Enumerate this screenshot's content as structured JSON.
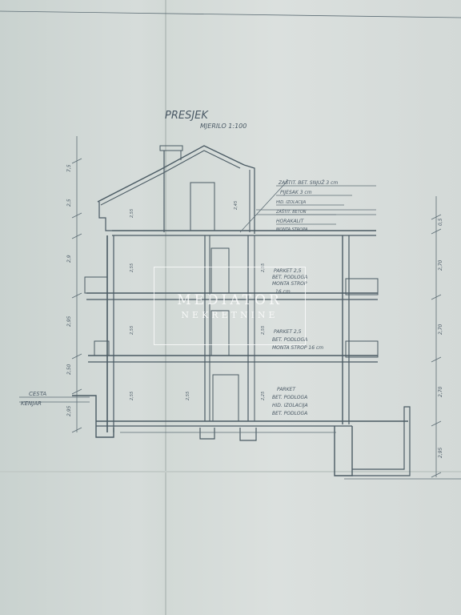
{
  "title": "PRESJEK",
  "scale": "MJERILO 1:100",
  "watermark": {
    "line1": "MEDIATOR",
    "line2": "NEKRETNINE"
  },
  "road_label": "CESTA",
  "road_level": "KENJAR",
  "roof_layers": [
    "ZAŠTIT. BET. SNJUŽ 3 cm",
    "PIJESAK 3 cm",
    "HID. IZOLACIJA",
    "ZAŠTIT. BETON",
    "HORAKALIT",
    "MONTA STROPA"
  ],
  "floor_layers_upper": [
    "PARKET 2,5",
    "BET. PODLOGA",
    "MONTA STROP",
    "16 cm"
  ],
  "floor_layers_middle": [
    "PARKET 2,5",
    "BET. PODLOGA",
    "MONTA STROP 16 cm"
  ],
  "floor_layers_ground": [
    "PARKET",
    "BET. PODLOGA",
    "HID. IZOLACIJA",
    "BET. PODLOGA"
  ],
  "dims_left": [
    "7,5",
    "2,5",
    "2,9",
    "2,95",
    "2,50",
    "2,95"
  ],
  "dims_right": [
    "0,5",
    "2,70",
    "2,70",
    "2,70",
    "2,95"
  ],
  "dims_inner": [
    "2,55",
    "2,45",
    "2,55",
    "2,55",
    "2,55",
    "2,55",
    "2,55",
    "2,55",
    "2,25"
  ]
}
